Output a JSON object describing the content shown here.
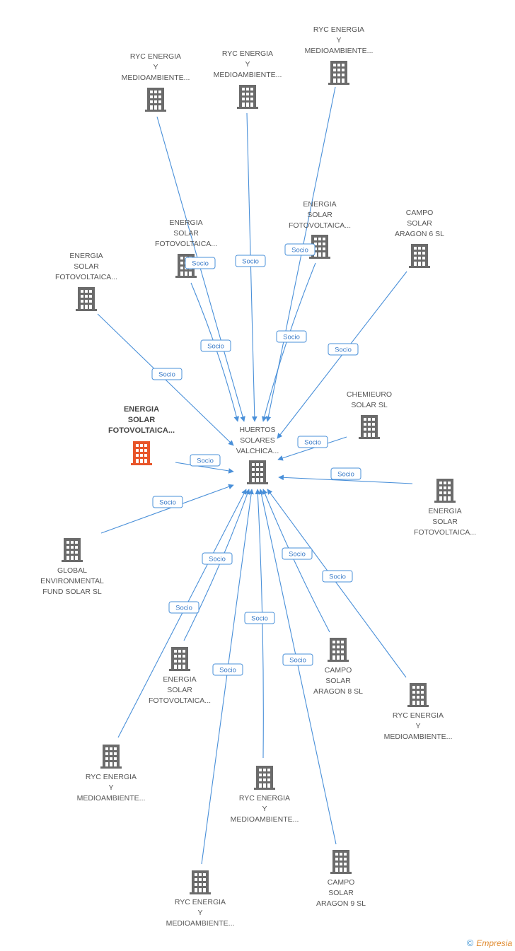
{
  "colors": {
    "edge": "#4a90d9",
    "building": "#6b6b6b",
    "highlight": "#e8552a"
  },
  "edge_label": "Socio",
  "center": {
    "label": [
      "HUERTOS",
      "SOLARES",
      "VALCHICA..."
    ]
  },
  "nodes": [
    {
      "label": [
        "RYC ENERGIA",
        "Y",
        "MEDIOAMBIENTE..."
      ]
    },
    {
      "label": [
        "RYC ENERGIA",
        "Y",
        "MEDIOAMBIENTE..."
      ]
    },
    {
      "label": [
        "RYC ENERGIA",
        "Y",
        "MEDIOAMBIENTE..."
      ]
    },
    {
      "label": [
        "ENERGIA",
        "SOLAR",
        "FOTOVOLTAICA..."
      ]
    },
    {
      "label": [
        "ENERGIA",
        "SOLAR",
        "FOTOVOLTAICA..."
      ]
    },
    {
      "label": [
        "CAMPO",
        "SOLAR",
        "ARAGON 6 SL"
      ]
    },
    {
      "label": [
        "ENERGIA",
        "SOLAR",
        "FOTOVOLTAICA..."
      ]
    },
    {
      "label": [
        "ENERGIA",
        "SOLAR",
        "FOTOVOLTAICA..."
      ],
      "highlight": true
    },
    {
      "label": [
        "CHEMIEURO",
        "SOLAR SL"
      ]
    },
    {
      "label": [
        "ENERGIA",
        "SOLAR",
        "FOTOVOLTAICA..."
      ]
    },
    {
      "label": [
        "GLOBAL",
        "ENVIRONMENTAL",
        "FUND SOLAR SL"
      ]
    },
    {
      "label": [
        "ENERGIA",
        "SOLAR",
        "FOTOVOLTAICA..."
      ]
    },
    {
      "label": [
        "CAMPO",
        "SOLAR",
        "ARAGON 8 SL"
      ]
    },
    {
      "label": [
        "RYC ENERGIA",
        "Y",
        "MEDIOAMBIENTE..."
      ]
    },
    {
      "label": [
        "RYC ENERGIA",
        "Y",
        "MEDIOAMBIENTE..."
      ]
    },
    {
      "label": [
        "RYC ENERGIA",
        "Y",
        "MEDIOAMBIENTE..."
      ]
    },
    {
      "label": [
        "RYC ENERGIA",
        "Y",
        "MEDIOAMBIENTE..."
      ]
    },
    {
      "label": [
        "CAMPO",
        "SOLAR",
        "ARAGON 9 SL"
      ]
    }
  ],
  "credit": {
    "symbol": "©",
    "brand": "Empresia"
  }
}
